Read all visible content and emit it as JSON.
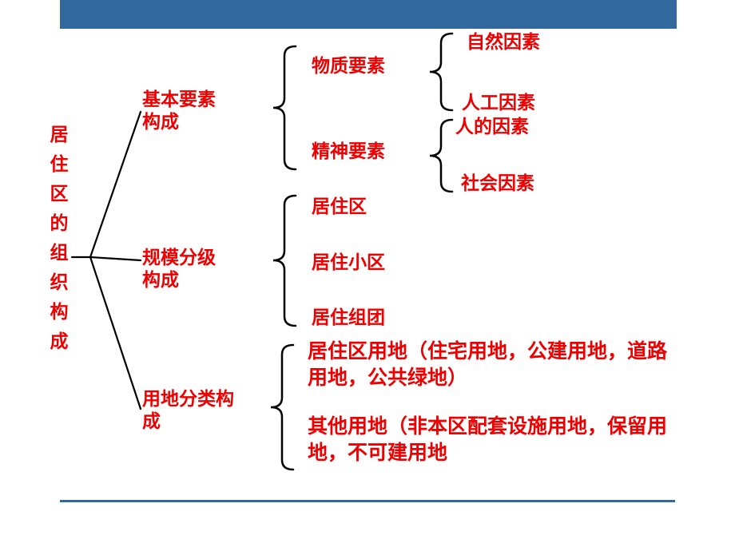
{
  "slide": {
    "accent_color": "#31699e",
    "text_color": "#ee0000"
  },
  "diagram": {
    "root_label": "居住区的组织构成",
    "branches": [
      {
        "label": "基本要素构成",
        "children": [
          {
            "label": "物质要素",
            "children": [
              {
                "label": "自然因素"
              },
              {
                "label": "人工因素"
              }
            ]
          },
          {
            "label": "精神要素",
            "children": [
              {
                "label": "人的因素"
              },
              {
                "label": "社会因素"
              }
            ]
          }
        ]
      },
      {
        "label": "规模分级构成",
        "children": [
          {
            "label": "居住区"
          },
          {
            "label": "居住小区"
          },
          {
            "label": "居住组团"
          }
        ]
      },
      {
        "label": "用地分类构成",
        "children": [
          {
            "label": "居住区用地（住宅用地，公建用地，道路用地，公共绿地）"
          },
          {
            "label": "其他用地（非本区配套设施用地，保留用地，不可建用地"
          }
        ]
      }
    ]
  }
}
